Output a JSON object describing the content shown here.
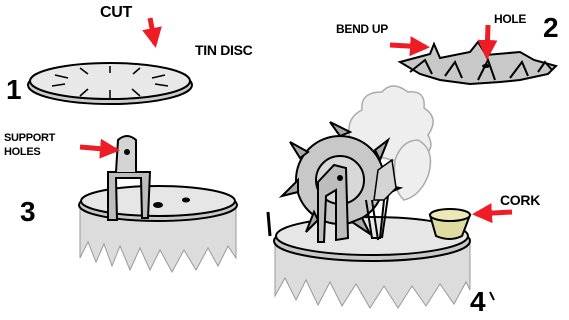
{
  "steps": {
    "s1": "1",
    "s2": "2",
    "s3": "3",
    "s4": "4"
  },
  "labels": {
    "cut": "CUT",
    "tin_disc": "TIN DISC",
    "bend_up": "BEND UP",
    "hole": "HOLE",
    "support_holes_line1": "SUPPORT",
    "support_holes_line2": "HOLES",
    "cork": "CORK"
  },
  "colors": {
    "outline": "#000000",
    "arrow": "#ee1c25",
    "tin": "#d0d0d0",
    "steam": "#e6e6e6",
    "cork": "#e0dca0"
  }
}
